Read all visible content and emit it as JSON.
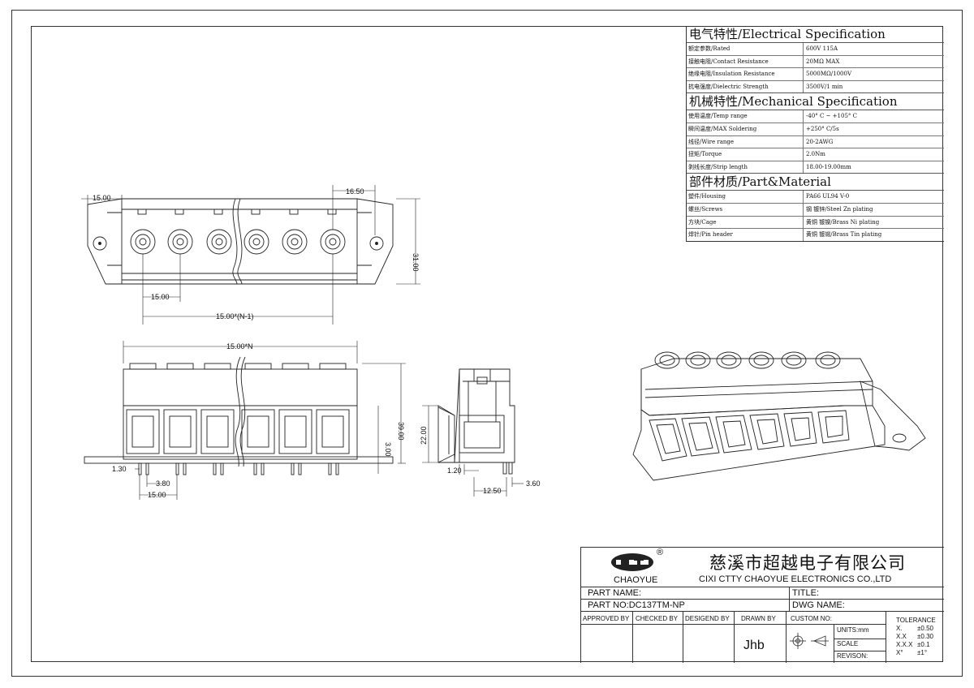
{
  "electrical": {
    "header": "电气特性/Electrical Specification",
    "rows": [
      {
        "label": "额定参数/Rated",
        "value": "600V 115A"
      },
      {
        "label": "接触电阻/Contact Resistance",
        "value": "20MΩ MAX"
      },
      {
        "label": "绝缘电阻/Insulation Resistance",
        "value": "5000MΩ/1000V"
      },
      {
        "label": "抗电强度/Dielectric Strength",
        "value": "3500V/1 min"
      }
    ]
  },
  "mechanical": {
    "header": "机械特性/Mechanical Specification",
    "rows": [
      {
        "label": "使用温度/Temp range",
        "value": "-40° C ~ +105° C"
      },
      {
        "label": "瞬间温度/MAX Soldering",
        "value": "+250° C/5s"
      },
      {
        "label": "线径/Wire range",
        "value": "20-2AWG"
      },
      {
        "label": "扭矩/Torque",
        "value": "2.0Nm"
      },
      {
        "label": "剥线长度/Strip length",
        "value": "18.00-19.00mm"
      }
    ]
  },
  "material": {
    "header": "部件材质/Part&Material",
    "rows": [
      {
        "label": "塑件/Housing",
        "value": "PA66 UL94 V-0"
      },
      {
        "label": "螺丝/Screws",
        "value": "钢 镀锌/Steel Zn plating"
      },
      {
        "label": "方块/Cage",
        "value": "黄铜 镀镍/Brass Ni plating"
      },
      {
        "label": "焊针/Pin header",
        "value": "黄铜 镀锡/Brass Tin plating"
      }
    ]
  },
  "dimensions": {
    "top_left": "15.00",
    "top_right": "16.50",
    "pitch_bottom": "15.00",
    "span": "15.00*(N-1)",
    "height_top": "31.00",
    "front_width": "15.00*N",
    "front_height": "39.00",
    "pin_gap": "3.00",
    "pin_offset": "1.30",
    "pin_pitch_a": "3.80",
    "pin_pitch_b": "15.00",
    "side_height": "22.00",
    "side_a": "1.20",
    "side_b": "12.50",
    "side_c": "3.60"
  },
  "title_block": {
    "logo_text": "CHAOYUE",
    "registered": "®",
    "company_cn": "慈溪市超越电子有限公司",
    "company_en": "CIXI CTTY CHAOYUE ELECTRONICS CO.,LTD",
    "part_name_label": "PART NAME:",
    "title_label": "TITLE:",
    "part_no": "PART NO:DC137TM-NP",
    "dwg_name_label": "DWG NAME:",
    "approved_by": "APPROVED BY",
    "checked_by": "CHECKED BY",
    "designed_by": "DESIGEND BY",
    "drawn_by": "DRAWN BY",
    "drawn_by_value": "Jhb",
    "custom_no": "CUSTOM NO:",
    "units": "UNITS:mm",
    "scale": "SCALE",
    "revision": "REVISON:",
    "tolerance_label": "TOLERANCE",
    "tolerances": [
      {
        "k": "X.",
        "v": "±0.50"
      },
      {
        "k": "X.X",
        "v": "±0.30"
      },
      {
        "k": "X.X.X",
        "v": "±0.1"
      },
      {
        "k": "X°",
        "v": "±1°"
      }
    ]
  }
}
